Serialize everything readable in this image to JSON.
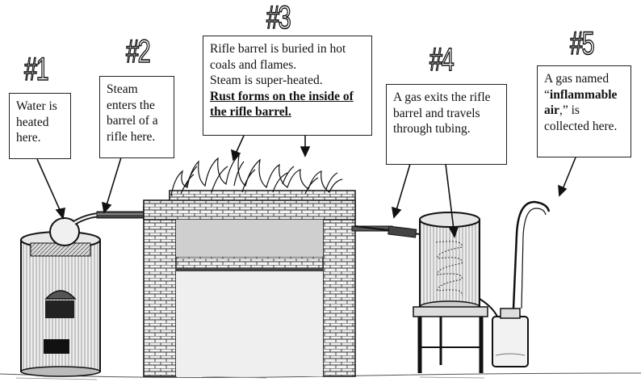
{
  "labels": [
    {
      "num": "#1",
      "text": "Water is heated here."
    },
    {
      "num": "#2",
      "text": "Steam enters the barrel of a rifle here."
    },
    {
      "num": "#3",
      "line1": "Rifle barrel is buried in hot coals and flames.",
      "line2": "Steam  is super-heated.",
      "line3": "Rust forms on the inside of the rifle barrel."
    },
    {
      "num": "#4",
      "text": "A gas exits the rifle barrel and travels through tubing."
    },
    {
      "num": "#5",
      "pre": "A gas named “",
      "bold": "inflammable air",
      "post": ",” is collected here."
    }
  ]
}
